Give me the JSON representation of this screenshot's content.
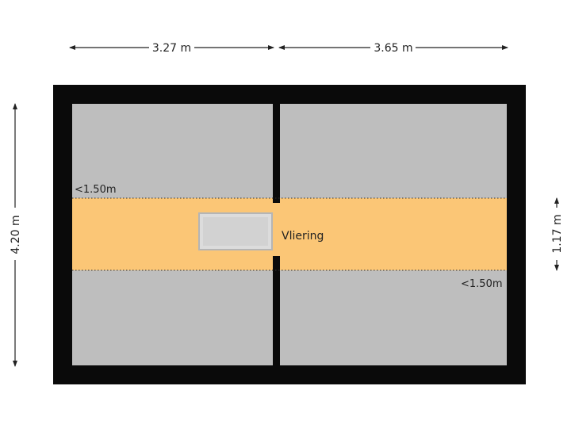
{
  "dimensions": {
    "top_left": "3.27 m",
    "top_right": "3.65 m",
    "left": "4.20 m",
    "right": "1.17 m"
  },
  "room": {
    "label": "Vliering"
  },
  "height_notes": {
    "upper": "<1.50m",
    "lower": "<1.50m"
  },
  "colors": {
    "wall": "#0a0a0a",
    "floor_low": "#bebebe",
    "floor_room": "#fbc676",
    "hatch": "#d8d8d8"
  }
}
